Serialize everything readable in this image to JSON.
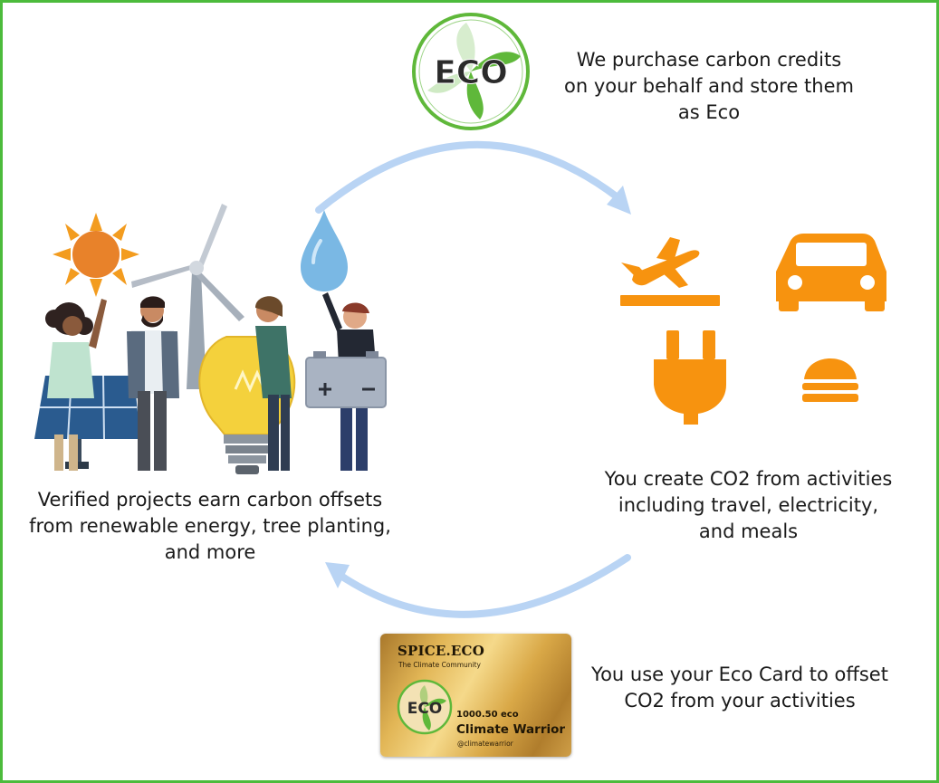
{
  "captions": {
    "top_right": [
      "We purchase carbon credits",
      "on your behalf and store them",
      "as Eco"
    ],
    "right": [
      "You create CO2 from activities",
      "including travel, electricity,",
      "and meals"
    ],
    "left": [
      "Verified projects earn carbon offsets",
      "from renewable energy, tree planting,",
      "and more"
    ],
    "bottom": [
      "You use your Eco Card to offset",
      "CO2 from your activities"
    ]
  },
  "eco_logo": {
    "text": "ECO"
  },
  "card": {
    "brand": "SPICE.ECO",
    "tagline": "The Climate Community",
    "logo_text": "ECO",
    "amount": "1000.50 eco",
    "rank": "Climate Warrior",
    "handle": "@climatewarrior"
  },
  "icons": [
    "plane-icon",
    "car-icon",
    "plug-icon",
    "burger-icon"
  ],
  "colors": {
    "border": "#4cbb3c",
    "eco_green": "#5fb83a",
    "activity_orange": "#f7930f",
    "arrow_blue": "#b9d4f4"
  }
}
